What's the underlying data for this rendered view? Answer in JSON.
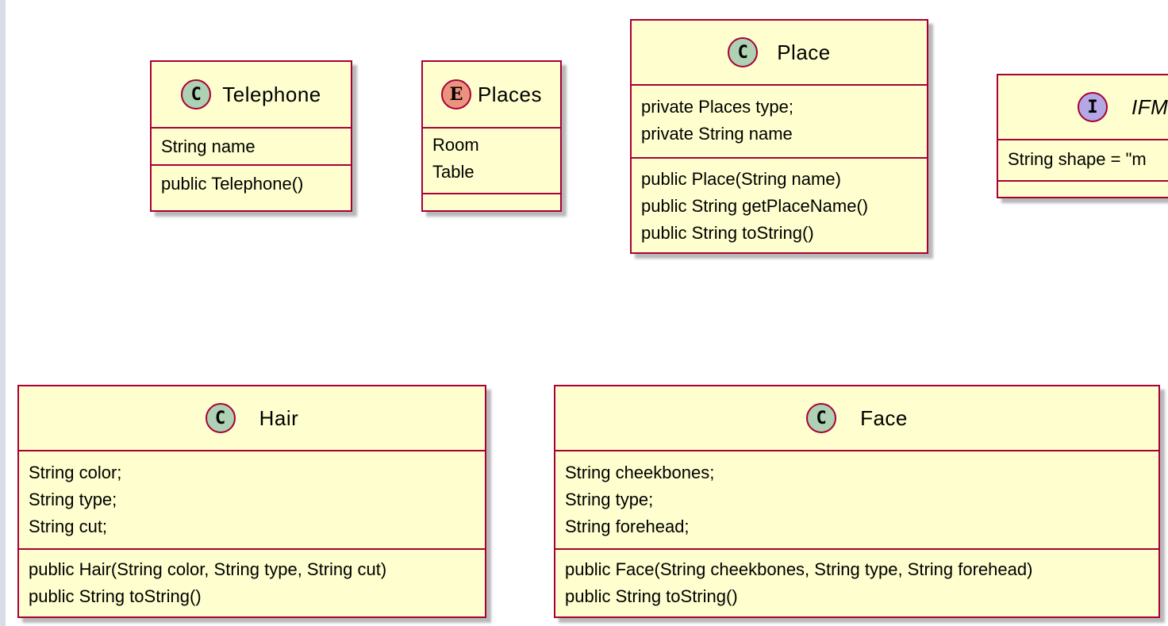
{
  "classes": {
    "telephone": {
      "stereotype": "C",
      "name": "Telephone",
      "fields": [
        "String name"
      ],
      "methods": [
        "public Telephone()"
      ]
    },
    "places": {
      "stereotype": "E",
      "name": "Places",
      "fields": [
        "Room",
        "Table"
      ],
      "methods": []
    },
    "place": {
      "stereotype": "C",
      "name": "Place",
      "fields": [
        "private Places type;",
        "private String name"
      ],
      "methods": [
        "public Place(String name)",
        "public String getPlaceName()",
        "public String toString()"
      ]
    },
    "ifm": {
      "stereotype": "I",
      "name": "IFM",
      "fields": [
        "String shape = \"m"
      ],
      "methods": []
    },
    "hair": {
      "stereotype": "C",
      "name": "Hair",
      "fields": [
        "String color;",
        "String type;",
        "String cut;"
      ],
      "methods": [
        "public Hair(String color, String type, String cut)",
        "public String toString()"
      ]
    },
    "face": {
      "stereotype": "C",
      "name": "Face",
      "fields": [
        "String cheekbones;",
        "String type;",
        "String forehead;"
      ],
      "methods": [
        "public Face(String cheekbones, String type, String forehead)",
        "public String toString()"
      ]
    }
  },
  "colors": {
    "class_fill": "#fefece",
    "class_border": "#a80036",
    "class_circle": "#add1b2",
    "enum_circle": "#eb937f",
    "interface_circle": "#b4a7e5"
  }
}
